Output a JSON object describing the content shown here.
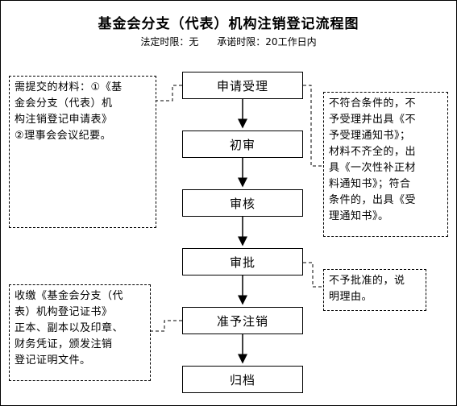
{
  "title": "基金会分支（代表）机构注销登记流程图",
  "subtitle": "法定时限：无      承诺时限：20工作日内",
  "steps": [
    "申请受理",
    "初审",
    "审核",
    "审批",
    "准予注销",
    "归档"
  ],
  "notes": {
    "materials": [
      "需提交的材料：①《基",
      "金会分支（代表）机",
      "构注销登记申请表》",
      "②理事会会议纪要。"
    ],
    "acceptance": [
      "不符合条件的，不",
      "予受理并出具《不",
      "予受理通知书》；",
      "材料不齐全的，出",
      "具《一次性补正材",
      "料通知书》；符合",
      "条件的，出具《受",
      "理通知书》。"
    ],
    "approval": [
      "不予批准的，说",
      "明理由。"
    ],
    "collection": [
      "收缴《基金会分支（代",
      "表）机构登记证书》",
      "正本、副本以及印章、",
      "财务凭证，颁发注销",
      "登记证明文件。"
    ]
  }
}
